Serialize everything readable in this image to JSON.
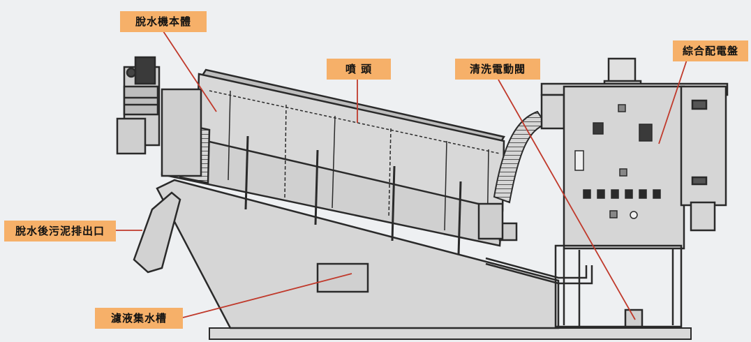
{
  "labels": {
    "dewatering_body": "脫水機本體",
    "spray_head": "噴 頭",
    "cleaning_valve": "清洗電動閥",
    "control_panel": "綜合配電盤",
    "sludge_outlet": "脫水後污泥排出口",
    "filtrate_tank": "濾液集水槽"
  },
  "colors": {
    "label_bg": "#f6b069",
    "leader_line": "#c0392b",
    "machine_outline": "#2a2a2a",
    "background": "#eef0f2"
  }
}
